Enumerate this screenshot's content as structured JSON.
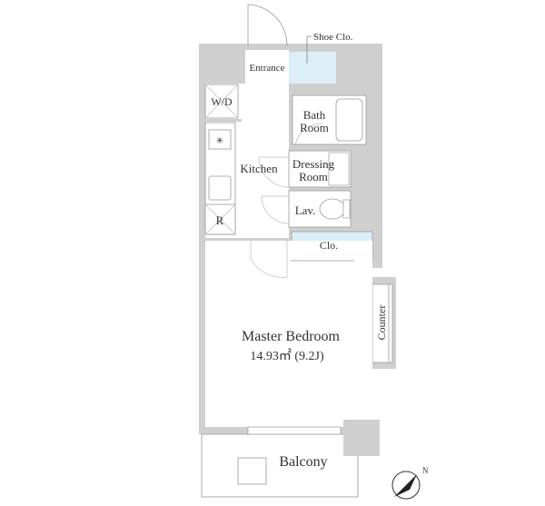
{
  "plan": {
    "rooms": {
      "shoe_closet": "Shoe Clo.",
      "entrance": "Entrance",
      "washer_dryer": "W/D",
      "bath_line1": "Bath",
      "bath_line2": "Room",
      "kitchen": "Kitchen",
      "dressing_line1": "Dressing",
      "dressing_line2": "Room",
      "lavatory": "Lav.",
      "refrigerator": "R",
      "closet": "Clo.",
      "counter": "Counter",
      "master_bedroom": "Master Bedroom",
      "master_bedroom_area": "14.93㎡ (9.2J)",
      "balcony": "Balcony"
    },
    "compass_label": "N",
    "colors": {
      "wall": "#cfcfcf",
      "storage": "#dceef8",
      "line": "#888888"
    }
  }
}
